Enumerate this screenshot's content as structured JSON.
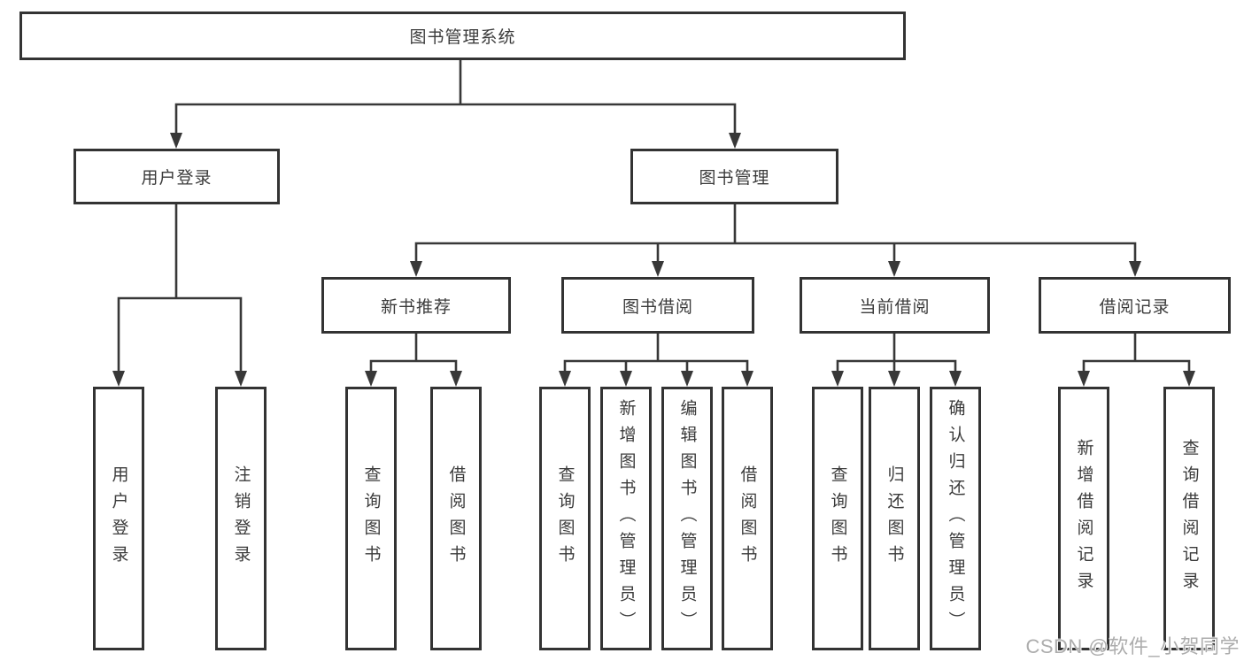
{
  "nodes": {
    "root": "图书管理系统",
    "l2_user_login": "用户登录",
    "l2_book_mgmt": "图书管理",
    "l3_new_book_rec": "新书推荐",
    "l3_book_borrow": "图书借阅",
    "l3_current_borrow": "当前借阅",
    "l3_borrow_records": "借阅记录",
    "leaf_user_login": "用户登录",
    "leaf_logout": "注销登录",
    "leaf_nbr_query_books": "查询图书",
    "leaf_nbr_borrow_books": "借阅图书",
    "leaf_bb_query_books": "查询图书",
    "leaf_bb_add_books_admin": "新增图书（管理员）",
    "leaf_bb_edit_books_admin": "编辑图书（管理员）",
    "leaf_bb_borrow_books": "借阅图书",
    "leaf_cb_query_books": "查询图书",
    "leaf_cb_return_books": "归还图书",
    "leaf_cb_confirm_return_admin": "确认归还（管理员）",
    "leaf_br_add_record": "新增借阅记录",
    "leaf_br_query_record": "查询借阅记录"
  },
  "watermark": "CSDN @软件_小贺同学",
  "colors": {
    "line": "#383838",
    "box_border": "#333333",
    "text": "#3b3b3b",
    "watermark": "#adadad",
    "background": "#ffffff"
  }
}
